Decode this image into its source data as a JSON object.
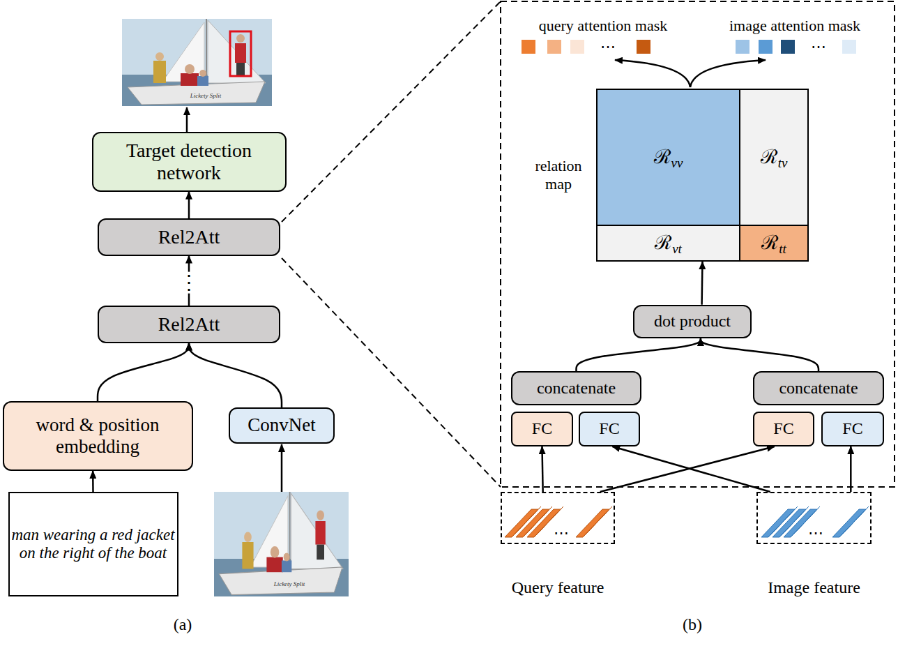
{
  "diagram": {
    "nodes": [
      {
        "text": [
          "Target detection network"
        ]
      },
      {
        "text": [
          "Rel2Att"
        ]
      },
      {
        "text": [
          "Rel2Att"
        ]
      },
      {
        "text": [
          "word & position embedding"
        ]
      },
      {
        "text": [
          "ConvNet"
        ]
      },
      {
        "text": [
          "man wearing a red jacket on the right of the boat"
        ]
      },
      {
        "text": [
          "relation map"
        ]
      },
      {
        "text": [
          "ℛ",
          "vv"
        ],
        "in": 6
      },
      {
        "text": [
          "ℛ",
          "tv"
        ],
        "in": 6
      },
      {
        "text": [
          "ℛ",
          "vt"
        ],
        "in": 6
      },
      {
        "text": [
          "ℛ",
          "tt"
        ],
        "in": 6
      },
      {
        "text": [
          "dot product"
        ]
      },
      {
        "text": [
          "concatenate"
        ]
      },
      {
        "text": [
          "concatenate"
        ]
      },
      {
        "text": [
          "FC"
        ]
      },
      {
        "text": [
          "FC"
        ]
      },
      {
        "text": [
          "FC"
        ]
      },
      {
        "text": [
          "FC"
        ]
      },
      {
        "text": [
          "Query feature"
        ]
      },
      {
        "text": [
          "Image feature"
        ]
      }
    ],
    "edges": [
      {
        "from": 1,
        "to": 0,
        "arrow": "to"
      },
      {
        "from": 2,
        "to": 1,
        "arrow": "to"
      },
      {
        "from": 3,
        "to": 2,
        "arrow": "to"
      },
      {
        "from": 4,
        "to": 2,
        "arrow": "to"
      },
      {
        "from": 5,
        "to": 3,
        "arrow": "to"
      },
      {
        "from": 11,
        "to": 6,
        "arrow": "to"
      },
      {
        "from": 12,
        "to": 11,
        "arrow": "to"
      },
      {
        "from": 13,
        "to": 11,
        "arrow": "to"
      },
      {
        "from": 18,
        "to": 14,
        "arrow": "to"
      },
      {
        "from": 18,
        "to": 16,
        "arrow": "to"
      },
      {
        "from": 19,
        "to": 15,
        "arrow": "to"
      },
      {
        "from": 19,
        "to": 17,
        "arrow": "to"
      }
    ],
    "labels": [
      "query attention mask",
      "image attention mask",
      "⋯",
      "⋯",
      "⋮",
      "⋯",
      "⋯",
      "Lickety Split",
      "Lickety Split",
      "(a)",
      "(b)"
    ]
  }
}
